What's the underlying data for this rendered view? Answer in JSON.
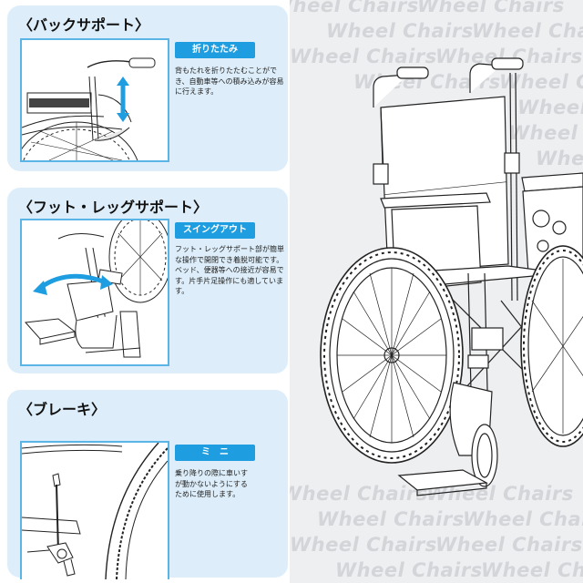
{
  "watermark": "Wheel Chairs",
  "sections": [
    {
      "title": "〈バックサポート〉",
      "badge": "折りたたみ",
      "desc": "背もたれを折りたたむことができ、自動車等への積み込みが容易に行えます。"
    },
    {
      "title": "〈フット・レッグサポート〉",
      "badge": "スイングアウト",
      "desc": "フット・レッグサポート部が簡単な操作で開閉でき着脱可能です。ベッド、便器等への接近が容易です。片手片足操作にも適しています。"
    },
    {
      "title": "〈ブレーキ〉",
      "badge": "ミ　ニ",
      "desc": "乗り降りの際に車いすが動かないようにするために使用します。"
    }
  ],
  "colors": {
    "card_bg": "#ddeefa",
    "accent": "#1e9ee0",
    "image_border": "#5ab4e6",
    "watermark": "#d3d5d9"
  },
  "icons": [
    "wheelchair-illustration",
    "up-down-arrow-icon",
    "swing-arrow-icon"
  ]
}
